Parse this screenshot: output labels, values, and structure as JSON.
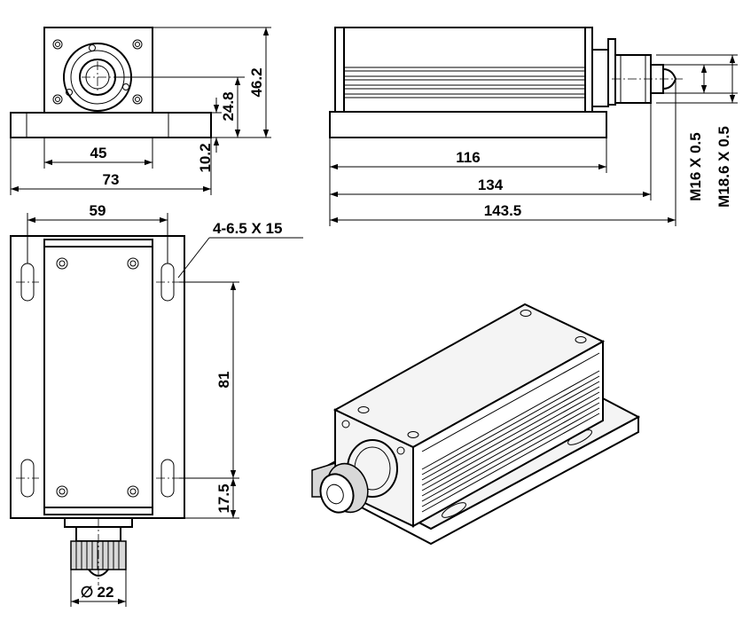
{
  "drawing": {
    "front_view": {
      "width_inner": "45",
      "width_outer": "73",
      "base_height": "10.2",
      "axis_height": "24.8",
      "total_height": "46.2"
    },
    "side_view": {
      "body_length": "116",
      "mid_length": "134",
      "total_length": "143.5",
      "thread_inner": "M16 X 0.5",
      "thread_outer": "M18.6 X 0.5"
    },
    "top_view": {
      "hole_spacing_width": "59",
      "slot_spec": "4-6.5 X 15",
      "hole_spacing_length": "81",
      "end_offset": "17.5",
      "connector_diameter": "22",
      "diameter_symbol": "∅"
    }
  },
  "colors": {
    "line": "#000000",
    "background": "#ffffff",
    "shade": "#d8d8d8"
  }
}
